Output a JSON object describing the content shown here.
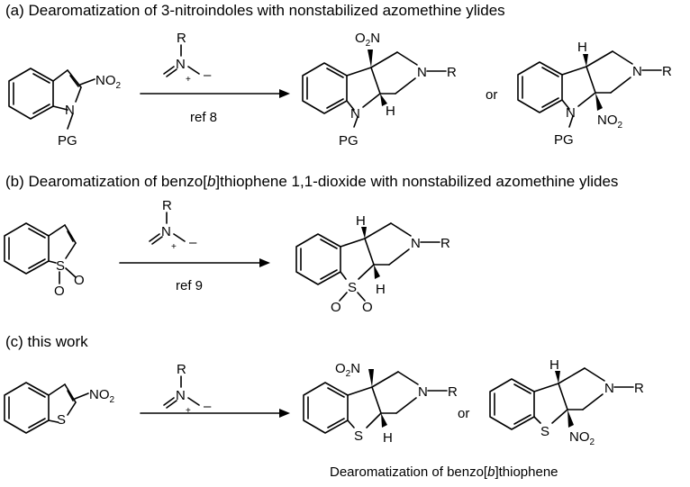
{
  "headings": {
    "a": {
      "pre": "(a) Dearomatization of 3-nitroindoles with nonstabilized azomethine ylides"
    },
    "b": {
      "pre": "(b) Dearomatization of benzo[",
      "ital": "b",
      "post": "]thiophene 1,1-dioxide with nonstabilized azomethine ylides"
    },
    "c": {
      "pre": "(c) this work"
    }
  },
  "reagent": {
    "r": "R",
    "n": "N",
    "plus": "+",
    "minus": "–"
  },
  "refs": {
    "a": "ref 8",
    "b": "ref 9"
  },
  "atoms": {
    "no2_sub": "NO",
    "two": "2",
    "o2n_pre": "O",
    "o2n_n": "N",
    "nitrogen": "N",
    "pg": "PG",
    "hydrogen": "H",
    "sulfur": "S",
    "oxygen": "O",
    "r_group": "R",
    "or": "or"
  },
  "caption": {
    "pre": "Dearomatization of benzo[",
    "ital": "b",
    "post": "]thiophene"
  }
}
